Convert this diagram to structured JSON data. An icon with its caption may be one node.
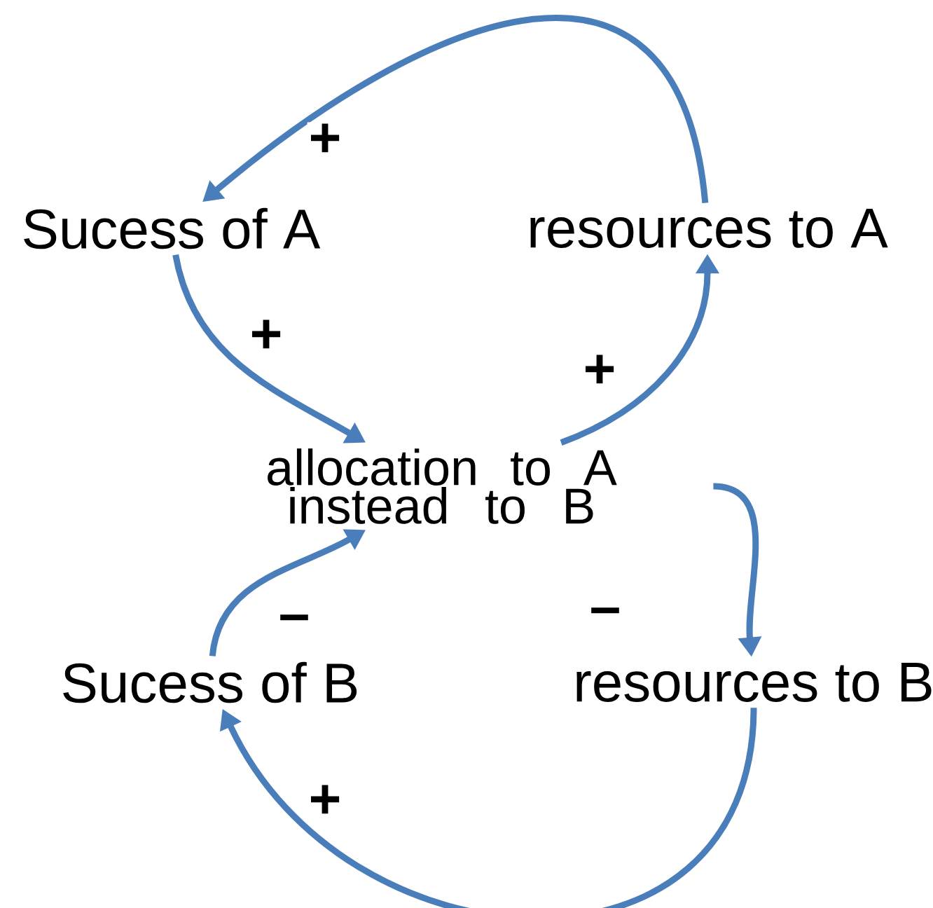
{
  "diagram": {
    "nodes": [
      {
        "text": [
          "Sucess of A"
        ]
      },
      {
        "text": [
          "resources to A"
        ]
      },
      {
        "text": [
          "allocation to A instead to B"
        ]
      },
      {
        "text": [
          "Sucess of B"
        ]
      },
      {
        "text": [
          "resources to B"
        ]
      }
    ],
    "edges": [
      {
        "from": 1,
        "to": 0,
        "arrow": "to",
        "label": "+"
      },
      {
        "from": 0,
        "to": 2,
        "arrow": "to",
        "label": "+"
      },
      {
        "from": 2,
        "to": 1,
        "arrow": "to",
        "label": "+"
      },
      {
        "from": 2,
        "to": 4,
        "arrow": "to",
        "label": "–"
      },
      {
        "from": 4,
        "to": 3,
        "arrow": "to",
        "label": "+"
      },
      {
        "from": 3,
        "to": 2,
        "arrow": "to",
        "label": "–"
      }
    ]
  }
}
